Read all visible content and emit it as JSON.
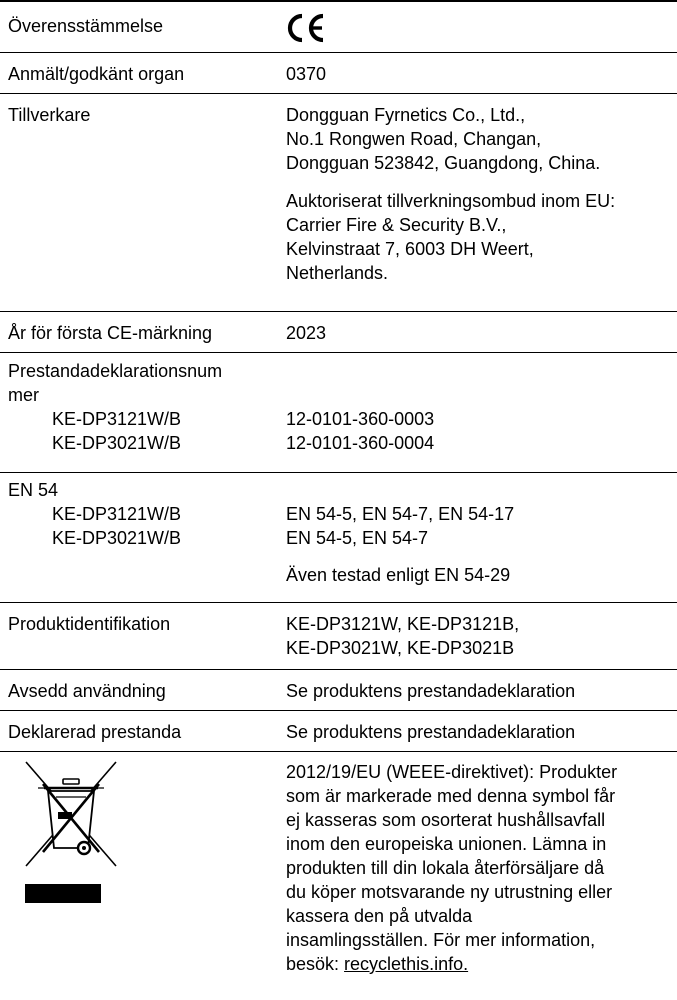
{
  "rows": {
    "conformity": {
      "label": "Överensstämmelse",
      "mark": "CE"
    },
    "notified_body": {
      "label": "Anmält/godkänt organ",
      "value": "0370"
    },
    "manufacturer": {
      "label": "Tillverkare",
      "lines": [
        "Dongguan Fyrnetics Co., Ltd.,",
        "No.1 Rongwen Road, Changan,",
        "Dongguan 523842, Guangdong, China."
      ],
      "rep_lines": [
        "Auktoriserat tillverkningsombud inom EU:",
        "Carrier Fire & Security B.V.,",
        "Kelvinstraat 7, 6003 DH Weert,",
        "Netherlands."
      ]
    },
    "ce_year": {
      "label": "År för första CE-märkning",
      "value": "2023"
    },
    "dop": {
      "label_line1": "Prestandadeklarationsnum",
      "label_line2": "mer",
      "items": [
        {
          "model": "KE-DP3121W/B",
          "value": "12-0101-360-0003"
        },
        {
          "model": "KE-DP3021W/B",
          "value": "12-0101-360-0004"
        }
      ]
    },
    "en54": {
      "label": "EN 54",
      "items": [
        {
          "model": "KE-DP3121W/B",
          "value": "EN 54-5, EN 54-7, EN 54-17"
        },
        {
          "model": "KE-DP3021W/B",
          "value": "EN 54-5, EN 54-7"
        }
      ],
      "note": "Även testad enligt EN 54-29"
    },
    "product_id": {
      "label": "Produktidentifikation",
      "lines": [
        "KE-DP3121W, KE-DP3121B,",
        "KE-DP3021W, KE-DP3021B"
      ]
    },
    "intended_use": {
      "label": "Avsedd användning",
      "value": "Se produktens prestandadeklaration"
    },
    "declared_perf": {
      "label": "Deklarerad prestanda",
      "value": "Se produktens prestandadeklaration"
    },
    "weee": {
      "icon": "crossed-out-wheelie-bin-icon",
      "lines": [
        "2012/19/EU (WEEE-direktivet): Produkter",
        "som är markerade med denna symbol får",
        "ej kasseras som osorterat hushållsavfall",
        "inom den europeiska unionen. Lämna in",
        "produkten till din lokala återförsäljare då",
        "du köper motsvarande ny utrustning eller",
        "kassera den på utvalda",
        "insamlingsställen. För mer information,"
      ],
      "last_prefix": "besök: ",
      "link": "recyclethis.info."
    }
  }
}
